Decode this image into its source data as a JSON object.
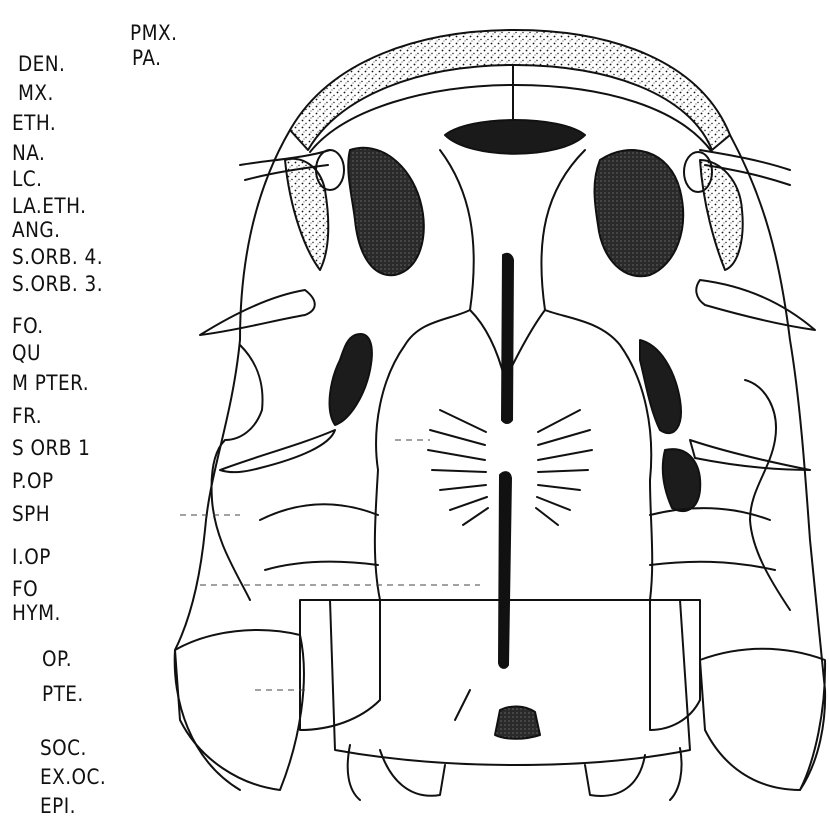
{
  "labels": {
    "pmx": "PMX.",
    "pa": "PA.",
    "den": "DEN.",
    "mx": "MX.",
    "eth": "ETH.",
    "na": "NA.",
    "lc": "LC.",
    "laeth": "LA.ETH.",
    "ang": "ANG.",
    "sorb4": "S.ORB. 4.",
    "sorb3": "S.ORB. 3.",
    "fo_upper": "FO.",
    "qu": "QU",
    "mpter": "M PTER.",
    "fr": "FR.",
    "sorb1": "S ORB 1",
    "pop": "P.OP",
    "sph": "SPH",
    "iop": "I.OP",
    "fo_lower": "FO",
    "hym": "HYM.",
    "op": "OP.",
    "pte": "PTE.",
    "soc": "SOC.",
    "exoc": "EX.OC.",
    "epi": "EPI."
  },
  "colors": {
    "ink": "#111111",
    "paper": "#ffffff"
  }
}
